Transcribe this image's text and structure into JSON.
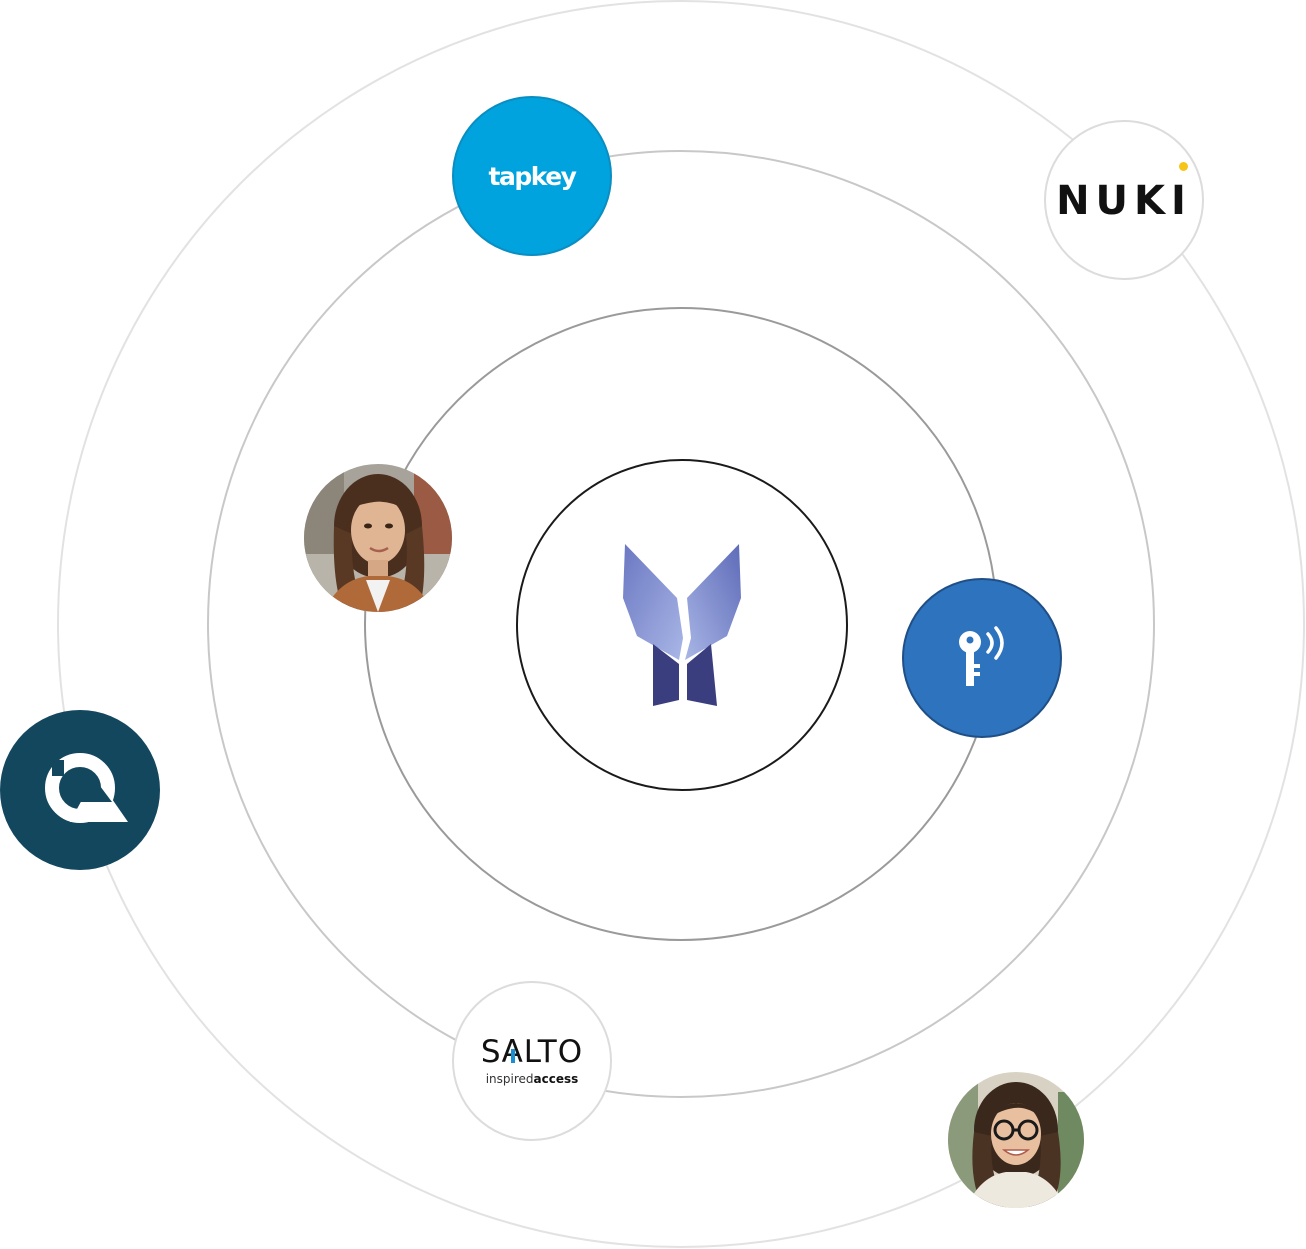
{
  "orbit": {
    "center": {
      "icon": "butterfly-logo-icon",
      "colors": {
        "light": "#8f9fd8",
        "mid": "#6a78c0",
        "dark": "#3a3e7e"
      }
    },
    "nodes": {
      "tapkey": {
        "label": "tapkey",
        "color": "#00a3de"
      },
      "nuki": {
        "label": "NUKI",
        "dot_color": "#f5c518"
      },
      "person1": {
        "icon": "woman-avatar-icon"
      },
      "key": {
        "icon": "wireless-key-icon",
        "color": "#2d73be"
      },
      "lock_app": {
        "icon": "q-logo-icon",
        "color": "#13475e"
      },
      "salto": {
        "word_left": "S",
        "word_mid": "A",
        "word_right": "LTO",
        "tagline_light": "inspired",
        "tagline_bold": "access"
      },
      "person2": {
        "icon": "woman-glasses-avatar-icon"
      }
    },
    "ring_colors": [
      "#1a1a1a",
      "#9a9a9a",
      "#c4c4c4",
      "#e0e0e0"
    ]
  }
}
